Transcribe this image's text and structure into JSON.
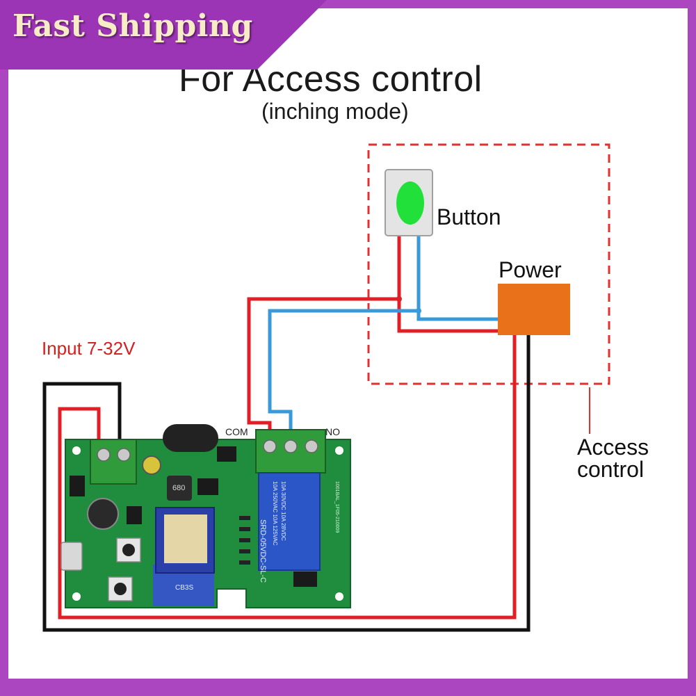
{
  "banner": {
    "text": "Fast Shipping"
  },
  "title": "For Access control",
  "subtitle": "(inching mode)",
  "labels": {
    "button": "Button",
    "power": "Power",
    "input": "Input 7-32V",
    "com": "COM",
    "no": "NO",
    "access_control": "Access\ncontrol"
  },
  "module": {
    "relay_text": "SRD-05VDC-SL-C",
    "relay_rating_1": "10A 250VAC  10A 125VAC",
    "relay_rating_2": "10A 30VDC  10A 28VDC",
    "wifi_chip": "CB3S",
    "inductor": "680",
    "board_code": "1001BAL_1F05-210009"
  },
  "colors": {
    "frame": "#ac46c0",
    "wire_red": "#e01f26",
    "wire_blue": "#3a9ad9",
    "wire_black": "#111111",
    "power_box": "#e8711a",
    "button_led": "#22e03a",
    "pcb": "#1f8c3e",
    "relay": "#2a56c8",
    "dashed_box": "#e03030"
  }
}
